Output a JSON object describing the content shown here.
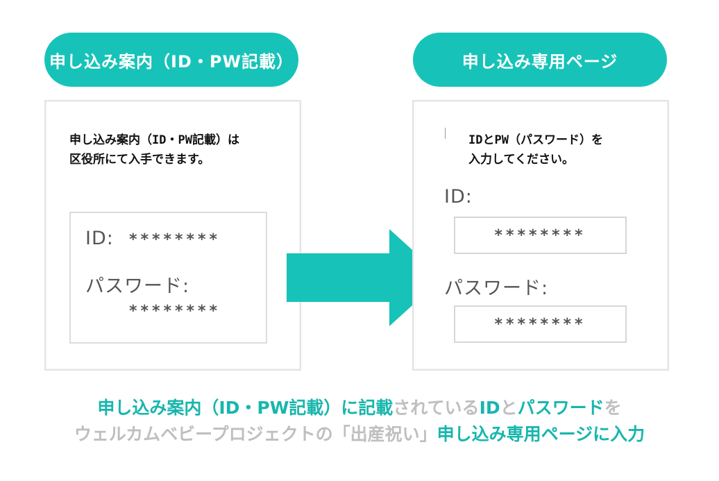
{
  "colors": {
    "accent": "#17c3b8",
    "muted": "#bfbfbf"
  },
  "left_card": {
    "header": "申し込み案内（ID・PW記載）",
    "description_line1": "申し込み案内（ID・PW記載）は",
    "description_line2": "区役所にて入手できます。",
    "id_label": "ID:",
    "id_value": "********",
    "password_label": "パスワード:",
    "password_value": "********"
  },
  "right_card": {
    "header": "申し込み専用ページ",
    "description_line1": "IDとPW（パスワード）を",
    "description_line2": "入力してください。",
    "id_label": "ID:",
    "id_value": "********",
    "password_label": "パスワード:",
    "password_value": "********"
  },
  "arrow_icon": "right-arrow-icon",
  "caption": {
    "line1": [
      {
        "text": "申し込み案内（ID・PW記載）に記載",
        "style": "teal"
      },
      {
        "text": "されている",
        "style": "grey"
      },
      {
        "text": "ID",
        "style": "teal"
      },
      {
        "text": "と",
        "style": "grey"
      },
      {
        "text": "パスワード",
        "style": "teal"
      },
      {
        "text": "を",
        "style": "grey"
      }
    ],
    "line2": [
      {
        "text": "ウェルカムベビープロジェクトの「出産祝い」",
        "style": "grey"
      },
      {
        "text": "申し込み専用ページに入力",
        "style": "teal"
      }
    ]
  }
}
